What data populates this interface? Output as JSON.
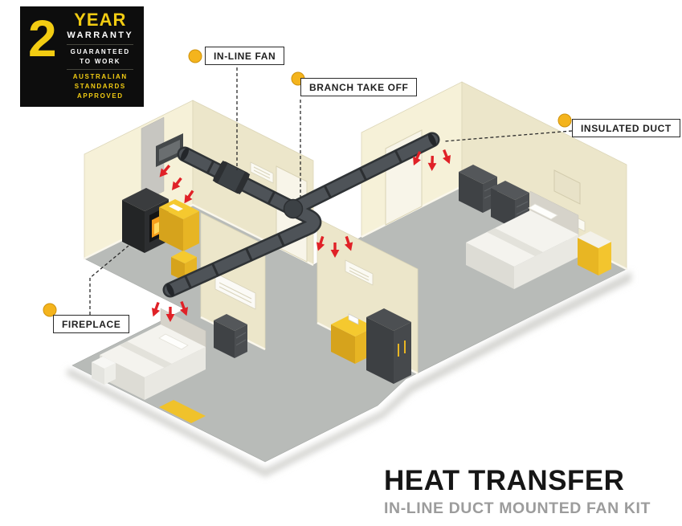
{
  "badge": {
    "number": "2",
    "line_year": "YEAR",
    "line_warranty": "WARRANTY",
    "line_guaranteed_1": "GUARANTEED",
    "line_guaranteed_2": "TO WORK",
    "line_standards_1": "AUSTRALIAN",
    "line_standards_2": "STANDARDS",
    "line_standards_3": "APPROVED"
  },
  "callouts": {
    "in_line_fan": "IN-LINE FAN",
    "branch_take_off": "BRANCH TAKE OFF",
    "insulated_duct": "INSULATED DUCT",
    "fireplace": "FIREPLACE"
  },
  "title": {
    "heading": "HEAT TRANSFER",
    "subheading": "IN-LINE DUCT MOUNTED FAN KIT"
  },
  "colors": {
    "accent_yellow": "#F2CC12",
    "marker_yellow": "#F4B41D",
    "airflow_red": "#E02127",
    "duct_gray": "#4E5358",
    "wall_cream": "#F6F1D8",
    "floor_gray": "#B8BBB8",
    "subtitle_gray": "#9C9C9C",
    "badge_bg": "#0D0D0D"
  },
  "icons": {
    "callout_marker": "yellow-dot-marker"
  }
}
